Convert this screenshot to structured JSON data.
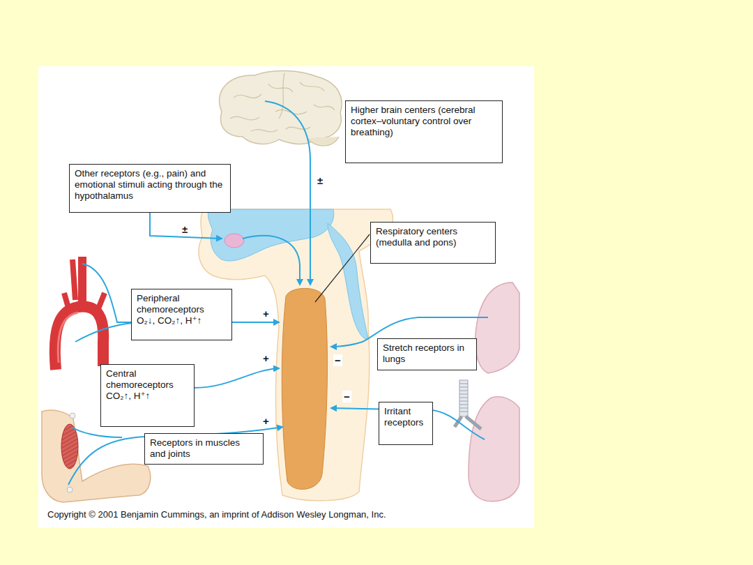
{
  "diagram": {
    "nodes": [
      {
        "text": [
          "Higher brain centers (cerebral cortex–voluntary control over breathing)"
        ]
      },
      {
        "text": [
          "Other receptors (e.g., pain) and emotional stimuli acting through the hypothalamus"
        ]
      },
      {
        "text": [
          "Respiratory centers (medulla and pons)"
        ]
      },
      {
        "text": [
          "Peripheral chemoreceptors",
          "O₂↓, CO₂↑, H⁺↑"
        ]
      },
      {
        "text": [
          "Stretch receptors in lungs"
        ]
      },
      {
        "text": [
          "Central chemoreceptors",
          "CO₂↑, H⁺↑"
        ]
      },
      {
        "text": [
          "Irritant receptors"
        ]
      },
      {
        "text": [
          "Receptors in muscles and joints"
        ]
      }
    ],
    "labels": [
      "±",
      "±",
      "+",
      "+",
      "−",
      "−",
      "+",
      "Copyright © 2001 Benjamin Cummings, an imprint of Addison Wesley Longman, Inc."
    ]
  }
}
